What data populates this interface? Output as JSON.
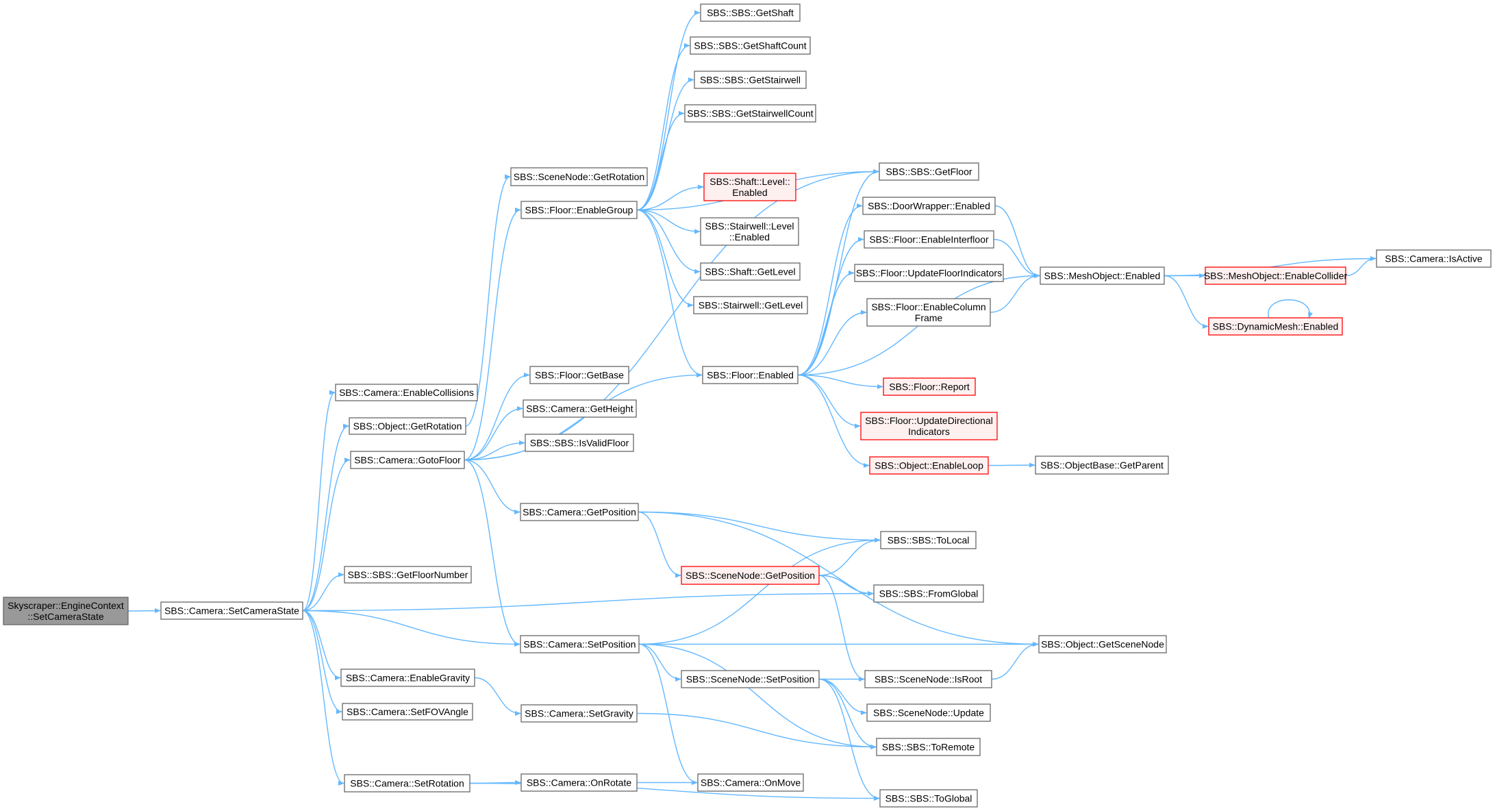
{
  "colors": {
    "edge": "#63b8ff",
    "node_border": "#666666",
    "node_fill": "#ffffff",
    "root_fill": "#999999",
    "truncated_border": "#ff0000",
    "truncated_fill": "#fff0f0"
  },
  "nodes": [
    {
      "id": "root",
      "lines": [
        "Skyscraper::EngineContext",
        "::SetCameraState"
      ],
      "kind": "root"
    },
    {
      "id": "setcamerastate",
      "lines": [
        "SBS::Camera::SetCameraState"
      ],
      "kind": "normal"
    },
    {
      "id": "enablecollisions",
      "lines": [
        "SBS::Camera::EnableCollisions"
      ],
      "kind": "normal"
    },
    {
      "id": "obj_getrotation",
      "lines": [
        "SBS::Object::GetRotation"
      ],
      "kind": "normal"
    },
    {
      "id": "gotofloor",
      "lines": [
        "SBS::Camera::GotoFloor"
      ],
      "kind": "normal"
    },
    {
      "id": "getfloornumber",
      "lines": [
        "SBS::SBS::GetFloorNumber"
      ],
      "kind": "normal"
    },
    {
      "id": "enablegravity",
      "lines": [
        "SBS::Camera::EnableGravity"
      ],
      "kind": "normal"
    },
    {
      "id": "setfovangle",
      "lines": [
        "SBS::Camera::SetFOVAngle"
      ],
      "kind": "normal"
    },
    {
      "id": "setrotation",
      "lines": [
        "SBS::Camera::SetRotation"
      ],
      "kind": "normal"
    },
    {
      "id": "sn_getrotation",
      "lines": [
        "SBS::SceneNode::GetRotation"
      ],
      "kind": "normal"
    },
    {
      "id": "enablegroup",
      "lines": [
        "SBS::Floor::EnableGroup"
      ],
      "kind": "normal"
    },
    {
      "id": "getbase",
      "lines": [
        "SBS::Floor::GetBase"
      ],
      "kind": "normal"
    },
    {
      "id": "getheight",
      "lines": [
        "SBS::Camera::GetHeight"
      ],
      "kind": "normal"
    },
    {
      "id": "isvalidfloor",
      "lines": [
        "SBS::SBS::IsValidFloor"
      ],
      "kind": "normal"
    },
    {
      "id": "cam_getposition",
      "lines": [
        "SBS::Camera::GetPosition"
      ],
      "kind": "normal"
    },
    {
      "id": "cam_setposition",
      "lines": [
        "SBS::Camera::SetPosition"
      ],
      "kind": "normal"
    },
    {
      "id": "setgravity",
      "lines": [
        "SBS::Camera::SetGravity"
      ],
      "kind": "normal"
    },
    {
      "id": "onrotate",
      "lines": [
        "SBS::Camera::OnRotate"
      ],
      "kind": "normal"
    },
    {
      "id": "getshaft",
      "lines": [
        "SBS::SBS::GetShaft"
      ],
      "kind": "normal"
    },
    {
      "id": "getshaftcount",
      "lines": [
        "SBS::SBS::GetShaftCount"
      ],
      "kind": "normal"
    },
    {
      "id": "getstairwell",
      "lines": [
        "SBS::SBS::GetStairwell"
      ],
      "kind": "normal"
    },
    {
      "id": "getstairwellcount",
      "lines": [
        "SBS::SBS::GetStairwellCount"
      ],
      "kind": "normal"
    },
    {
      "id": "shaftlevelenabled",
      "lines": [
        "SBS::Shaft::Level::",
        "Enabled"
      ],
      "kind": "truncated"
    },
    {
      "id": "stairwelllevelenabled",
      "lines": [
        "SBS::Stairwell::Level",
        "::Enabled"
      ],
      "kind": "normal"
    },
    {
      "id": "shaftgetlevel",
      "lines": [
        "SBS::Shaft::GetLevel"
      ],
      "kind": "normal"
    },
    {
      "id": "stairwellgetlevel",
      "lines": [
        "SBS::Stairwell::GetLevel"
      ],
      "kind": "normal"
    },
    {
      "id": "floorenabled",
      "lines": [
        "SBS::Floor::Enabled"
      ],
      "kind": "normal"
    },
    {
      "id": "sn_getposition",
      "lines": [
        "SBS::SceneNode::GetPosition"
      ],
      "kind": "truncated"
    },
    {
      "id": "sn_setposition",
      "lines": [
        "SBS::SceneNode::SetPosition"
      ],
      "kind": "normal"
    },
    {
      "id": "onmove",
      "lines": [
        "SBS::Camera::OnMove"
      ],
      "kind": "normal"
    },
    {
      "id": "getfloor",
      "lines": [
        "SBS::SBS::GetFloor"
      ],
      "kind": "normal"
    },
    {
      "id": "doorwrapperenabled",
      "lines": [
        "SBS::DoorWrapper::Enabled"
      ],
      "kind": "normal"
    },
    {
      "id": "enableinterfloor",
      "lines": [
        "SBS::Floor::EnableInterfloor"
      ],
      "kind": "normal"
    },
    {
      "id": "updatefloorindicators",
      "lines": [
        "SBS::Floor::UpdateFloorIndicators"
      ],
      "kind": "normal"
    },
    {
      "id": "enablecolumnframe",
      "lines": [
        "SBS::Floor::EnableColumn",
        "Frame"
      ],
      "kind": "normal"
    },
    {
      "id": "floorreport",
      "lines": [
        "SBS::Floor::Report"
      ],
      "kind": "truncated"
    },
    {
      "id": "updatedirectional",
      "lines": [
        "SBS::Floor::UpdateDirectional",
        "Indicators"
      ],
      "kind": "truncated"
    },
    {
      "id": "enableloop",
      "lines": [
        "SBS::Object::EnableLoop"
      ],
      "kind": "truncated"
    },
    {
      "id": "tolocal",
      "lines": [
        "SBS::SBS::ToLocal"
      ],
      "kind": "normal"
    },
    {
      "id": "fromglobal",
      "lines": [
        "SBS::SBS::FromGlobal"
      ],
      "kind": "normal"
    },
    {
      "id": "isroot",
      "lines": [
        "SBS::SceneNode::IsRoot"
      ],
      "kind": "normal"
    },
    {
      "id": "sn_update",
      "lines": [
        "SBS::SceneNode::Update"
      ],
      "kind": "normal"
    },
    {
      "id": "toremote",
      "lines": [
        "SBS::SBS::ToRemote"
      ],
      "kind": "normal"
    },
    {
      "id": "toglobal",
      "lines": [
        "SBS::SBS::ToGlobal"
      ],
      "kind": "normal"
    },
    {
      "id": "meshobjectenabled",
      "lines": [
        "SBS::MeshObject::Enabled"
      ],
      "kind": "normal"
    },
    {
      "id": "getparent",
      "lines": [
        "SBS::ObjectBase::GetParent"
      ],
      "kind": "normal"
    },
    {
      "id": "getscenenode",
      "lines": [
        "SBS::Object::GetSceneNode"
      ],
      "kind": "normal"
    },
    {
      "id": "enablecollider",
      "lines": [
        "SBS::MeshObject::EnableCollider"
      ],
      "kind": "truncated"
    },
    {
      "id": "dynamicmeshenabled",
      "lines": [
        "SBS::DynamicMesh::Enabled"
      ],
      "kind": "truncated"
    },
    {
      "id": "isactive",
      "lines": [
        "SBS::Camera::IsActive"
      ],
      "kind": "normal"
    }
  ],
  "edges": [
    [
      "root",
      "setcamerastate"
    ],
    [
      "setcamerastate",
      "enablecollisions"
    ],
    [
      "setcamerastate",
      "obj_getrotation"
    ],
    [
      "setcamerastate",
      "gotofloor"
    ],
    [
      "setcamerastate",
      "getfloornumber"
    ],
    [
      "setcamerastate",
      "fromglobal"
    ],
    [
      "setcamerastate",
      "cam_setposition"
    ],
    [
      "setcamerastate",
      "enablegravity"
    ],
    [
      "setcamerastate",
      "setfovangle"
    ],
    [
      "setcamerastate",
      "setrotation"
    ],
    [
      "obj_getrotation",
      "sn_getrotation"
    ],
    [
      "gotofloor",
      "enablegroup"
    ],
    [
      "gotofloor",
      "getbase"
    ],
    [
      "gotofloor",
      "getheight"
    ],
    [
      "gotofloor",
      "isvalidfloor"
    ],
    [
      "gotofloor",
      "getfloor"
    ],
    [
      "gotofloor",
      "floorenabled"
    ],
    [
      "gotofloor",
      "cam_getposition"
    ],
    [
      "gotofloor",
      "cam_setposition"
    ],
    [
      "enablegroup",
      "getshaft"
    ],
    [
      "enablegroup",
      "getshaftcount"
    ],
    [
      "enablegroup",
      "getstairwell"
    ],
    [
      "enablegroup",
      "getstairwellcount"
    ],
    [
      "enablegroup",
      "getfloor"
    ],
    [
      "enablegroup",
      "shaftlevelenabled"
    ],
    [
      "enablegroup",
      "stairwelllevelenabled"
    ],
    [
      "enablegroup",
      "shaftgetlevel"
    ],
    [
      "enablegroup",
      "stairwellgetlevel"
    ],
    [
      "enablegroup",
      "floorenabled"
    ],
    [
      "floorenabled",
      "getfloor"
    ],
    [
      "floorenabled",
      "doorwrapperenabled"
    ],
    [
      "floorenabled",
      "enableinterfloor"
    ],
    [
      "floorenabled",
      "updatefloorindicators"
    ],
    [
      "floorenabled",
      "enablecolumnframe"
    ],
    [
      "floorenabled",
      "meshobjectenabled"
    ],
    [
      "floorenabled",
      "floorreport"
    ],
    [
      "floorenabled",
      "updatedirectional"
    ],
    [
      "floorenabled",
      "enableloop"
    ],
    [
      "doorwrapperenabled",
      "meshobjectenabled"
    ],
    [
      "enableinterfloor",
      "meshobjectenabled"
    ],
    [
      "enablecolumnframe",
      "meshobjectenabled"
    ],
    [
      "meshobjectenabled",
      "isactive"
    ],
    [
      "meshobjectenabled",
      "enablecollider"
    ],
    [
      "meshobjectenabled",
      "dynamicmeshenabled"
    ],
    [
      "enablecollider",
      "isactive"
    ],
    [
      "dynamicmeshenabled",
      "dynamicmeshenabled"
    ],
    [
      "enableloop",
      "getparent"
    ],
    [
      "cam_getposition",
      "getscenenode"
    ],
    [
      "cam_getposition",
      "tolocal"
    ],
    [
      "cam_getposition",
      "sn_getposition"
    ],
    [
      "sn_getposition",
      "tolocal"
    ],
    [
      "sn_getposition",
      "fromglobal"
    ],
    [
      "sn_getposition",
      "isroot"
    ],
    [
      "cam_setposition",
      "tolocal"
    ],
    [
      "cam_setposition",
      "getscenenode"
    ],
    [
      "cam_setposition",
      "sn_setposition"
    ],
    [
      "cam_setposition",
      "toremote"
    ],
    [
      "cam_setposition",
      "onmove"
    ],
    [
      "sn_setposition",
      "isroot"
    ],
    [
      "sn_setposition",
      "sn_update"
    ],
    [
      "sn_setposition",
      "toremote"
    ],
    [
      "sn_setposition",
      "toglobal"
    ],
    [
      "isroot",
      "getscenenode"
    ],
    [
      "enablegravity",
      "setgravity"
    ],
    [
      "setgravity",
      "toremote"
    ],
    [
      "setrotation",
      "onrotate"
    ],
    [
      "setrotation",
      "toglobal"
    ],
    [
      "onrotate",
      "onmove"
    ]
  ]
}
